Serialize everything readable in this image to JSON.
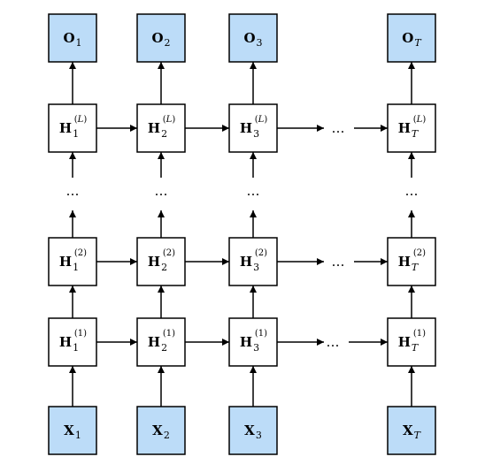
{
  "diagram": {
    "output_letter": "O",
    "hidden_letter": "H",
    "input_letter": "X",
    "timesteps": [
      "1",
      "2",
      "3",
      "T"
    ],
    "layers": [
      "(1)",
      "(2)",
      "(L)"
    ],
    "ellipsis": "…",
    "colors": {
      "io_fill": "#bcdcf8",
      "hidden_fill": "#ffffff",
      "stroke": "#000000"
    }
  }
}
